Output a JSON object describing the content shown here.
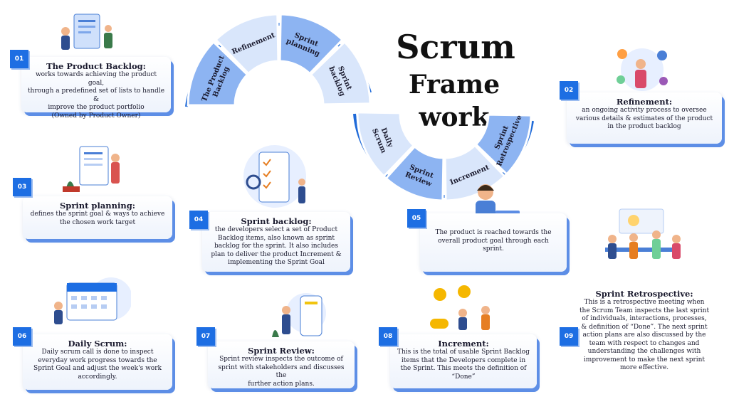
{
  "heading": {
    "line1": "Scrum",
    "line2": "Frame work"
  },
  "wheel": {
    "segments": [
      "The Product Backlog",
      "Refinement",
      "Sprint planning",
      "Sprint backlog",
      "Daily Scrum",
      "Sprint Review",
      "Increment",
      "Sprint Retrospective"
    ]
  },
  "cards": [
    {
      "number": "01",
      "title": "The Product Backlog:",
      "body": [
        "works towards achieving the product goal,",
        "through a predefined set of lists to handle &",
        "improve the product portfolio",
        "(Owned by Product Owner)"
      ]
    },
    {
      "number": "02",
      "title": "Refinement:",
      "body": [
        "an ongoing activity process to oversee",
        "various details & estimates of the product",
        "in the product backlog"
      ]
    },
    {
      "number": "03",
      "title": "Sprint planning:",
      "body": [
        "defines the sprint goal & ways to achieve",
        "the chosen work target"
      ]
    },
    {
      "number": "04",
      "title": "Sprint backlog:",
      "body": [
        "the developers select a set of Product",
        "Backlog items, also known as sprint",
        "backlog for the sprint. It also includes",
        "plan to deliver the product Increment &",
        "implementing the Sprint Goal"
      ]
    },
    {
      "number": "05",
      "title": "",
      "body": [
        "The product is reached towards the",
        "overall product goal through each",
        "sprint."
      ]
    },
    {
      "number": "06",
      "title": "Daily Scrum:",
      "body": [
        "Daily scrum call is done to inspect",
        "everyday work progress towards the",
        "Sprint Goal and adjust the week's work",
        "accordingly."
      ]
    },
    {
      "number": "07",
      "title": "Sprint Review:",
      "body": [
        "Sprint review inspects the outcome of",
        "sprint with stakeholders and discusses the",
        "further action plans."
      ]
    },
    {
      "number": "08",
      "title": "Increment:",
      "body": [
        "This is the total of usable Sprint Backlog",
        "items that the Developers complete in",
        "the Sprint. This meets the definition of",
        "“Done”"
      ]
    },
    {
      "number": "09",
      "title": "Sprint Retrospective:",
      "body": [
        "This is a retrospective meeting when",
        "the Scrum Team inspects the last sprint",
        "of individuals, interactions, processes,",
        "& definition of “Done”. The next sprint",
        "action plans are also discussed by the",
        "team with respect to changes and",
        "understanding the challenges with",
        "improvement to make the next sprint",
        "more effective."
      ]
    }
  ],
  "colors": {
    "accent": "#1d6ee3",
    "segment_dark": "#8db4f2",
    "segment_light": "#d9e6fb",
    "ring": "#1f6ad8"
  }
}
